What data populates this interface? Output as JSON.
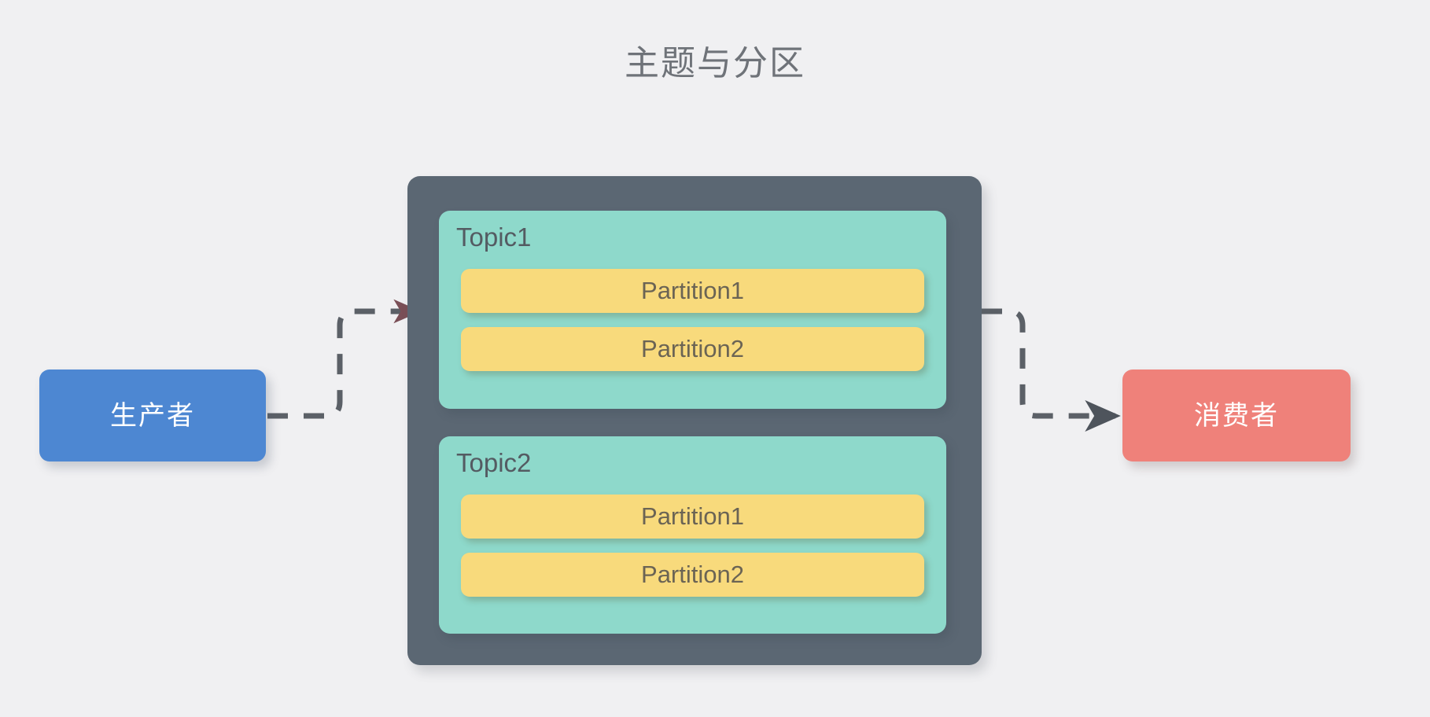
{
  "page": {
    "title": "主题与分区",
    "background_color": "#f0f0f2"
  },
  "colors": {
    "background": "#f0f0f2",
    "title_text": "#6f7379",
    "broker_container": "#5b6773",
    "topic_box": "#8ed9cb",
    "topic_label_text": "#545b62",
    "partition_box": "#f8da7c",
    "partition_label_text": "#6b6454",
    "producer_box": "#4d87d2",
    "consumer_box": "#ef817a",
    "endpoint_label_text": "#ffffff",
    "connector_line": "#5b6067",
    "inbound_arrowhead": "#7a4f57"
  },
  "producer": {
    "label": "生产者"
  },
  "consumer": {
    "label": "消费者"
  },
  "broker": {
    "topics": [
      {
        "label": "Topic1",
        "partitions": [
          {
            "label": "Partition1"
          },
          {
            "label": "Partition2"
          }
        ]
      },
      {
        "label": "Topic2",
        "partitions": [
          {
            "label": "Partition1"
          },
          {
            "label": "Partition2"
          }
        ]
      }
    ]
  },
  "connectors": [
    {
      "name": "producer-to-broker",
      "from": "producer",
      "to": "broker",
      "style": "dashed",
      "arrowhead": "triangle"
    },
    {
      "name": "broker-to-consumer",
      "from": "broker",
      "to": "consumer",
      "style": "dashed",
      "arrowhead": "triangle"
    }
  ]
}
